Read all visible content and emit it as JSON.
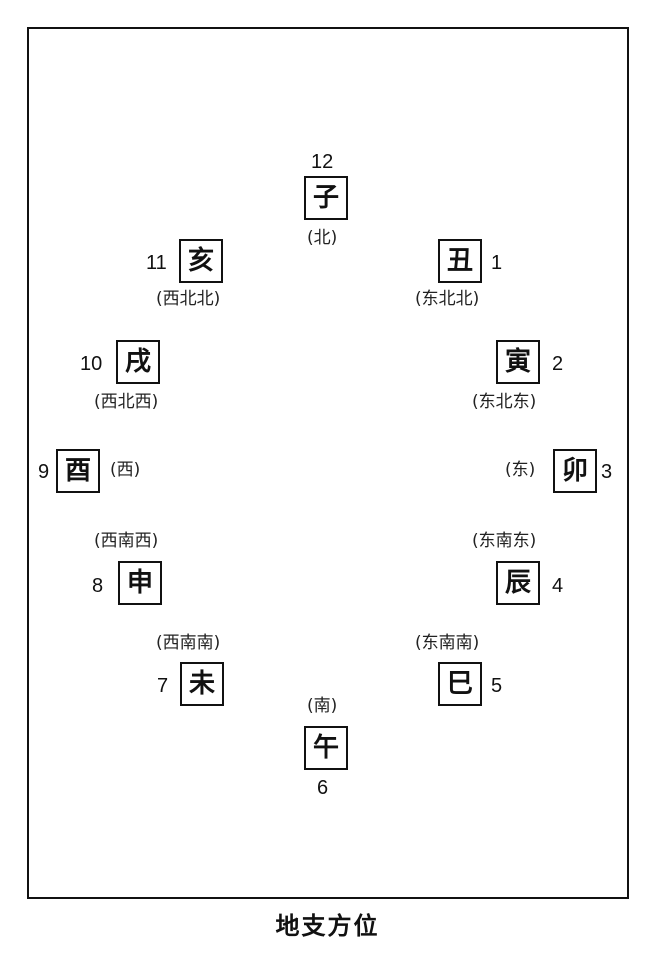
{
  "caption": "地支方位",
  "branches": [
    {
      "number": "12",
      "branch": "子",
      "direction": "(北)"
    },
    {
      "number": "1",
      "branch": "丑",
      "direction": "(东北北)"
    },
    {
      "number": "2",
      "branch": "寅",
      "direction": "(东北东)"
    },
    {
      "number": "3",
      "branch": "卯",
      "direction": "(东)"
    },
    {
      "number": "4",
      "branch": "辰",
      "direction": "(东南东)"
    },
    {
      "number": "5",
      "branch": "巳",
      "direction": "(东南南)"
    },
    {
      "number": "6",
      "branch": "午",
      "direction": "(南)"
    },
    {
      "number": "7",
      "branch": "未",
      "direction": "(西南南)"
    },
    {
      "number": "8",
      "branch": "申",
      "direction": "(西南西)"
    },
    {
      "number": "9",
      "branch": "酉",
      "direction": "(西)"
    },
    {
      "number": "10",
      "branch": "戌",
      "direction": "(西北西)"
    },
    {
      "number": "11",
      "branch": "亥",
      "direction": "(西北北)"
    }
  ]
}
